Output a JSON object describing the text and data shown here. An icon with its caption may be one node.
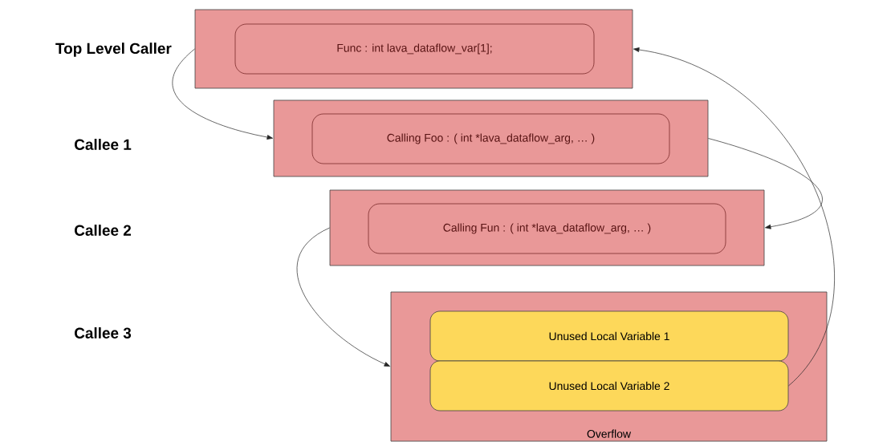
{
  "diagram": {
    "nodes": [
      {
        "text": [],
        "shape": "box"
      },
      {
        "text": [
          "Func : int lava_dataflow_var[1];"
        ],
        "in": 0
      },
      {
        "text": [],
        "shape": "box"
      },
      {
        "text": [
          "Calling Foo : ( int *lava_dataflow_arg, … )"
        ],
        "in": 2
      },
      {
        "text": [],
        "shape": "box"
      },
      {
        "text": [
          "Calling Fun : ( int *lava_dataflow_arg, … )"
        ],
        "in": 4
      },
      {
        "text": [
          "Overflow"
        ]
      },
      {
        "text": [
          "Unused Local Variable 1"
        ],
        "in": 6
      },
      {
        "text": [
          "Unused Local Variable 2"
        ],
        "in": 6
      }
    ],
    "edges": [
      {
        "from": 0,
        "to": 2,
        "arrow": "to"
      },
      {
        "from": 2,
        "to": 4,
        "arrow": "to"
      },
      {
        "from": 4,
        "to": 6,
        "arrow": "to"
      },
      {
        "from": 8,
        "to": 0,
        "arrow": "to"
      }
    ],
    "labels": [
      "Top Level Caller",
      "Callee 1",
      "Callee 2",
      "Callee 3"
    ]
  }
}
